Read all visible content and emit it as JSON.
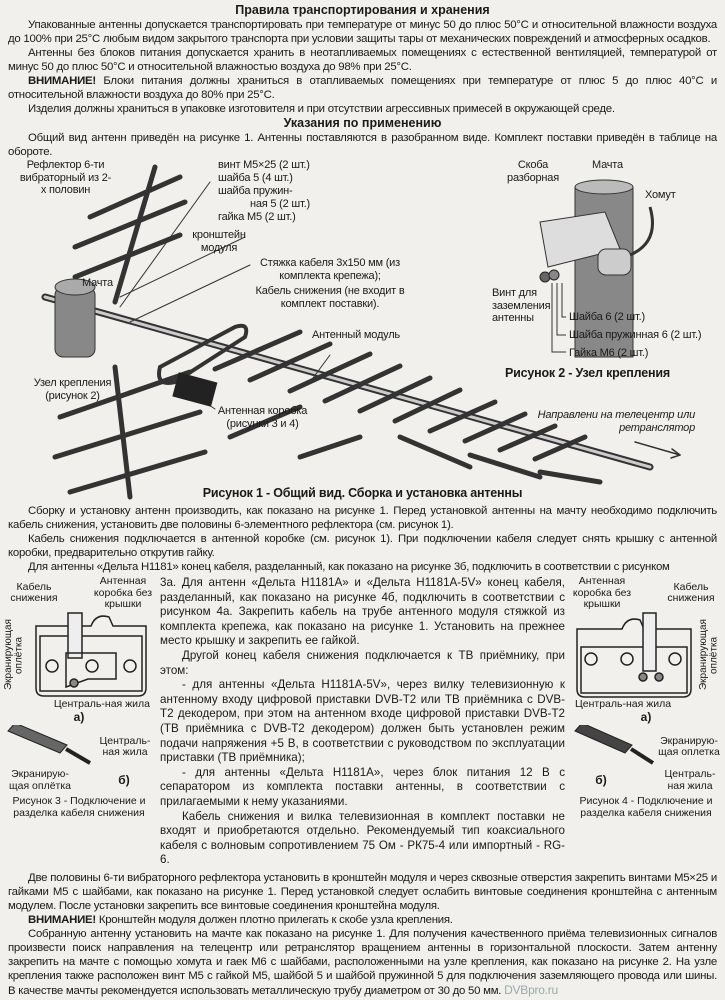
{
  "transport": {
    "title": "Правила транспортирования и хранения",
    "p1": "Упакованные антенны допускается транспортировать при температуре от минус 50 до плюс 50°С и относительной влажности воздуха до 100% при 25°С любым видом закрытого транспорта при условии защиты тары от механических повреждений и атмосферных осадков.",
    "p2": "Антенны без блоков питания допускается хранить в неотапливаемых помещениях с естественной вентиляцией, температурой от минус 50 до плюс 50°С и относительной влажностью воздуха до 98% при 25°С.",
    "p3_bold": "ВНИМАНИЕ!",
    "p3": " Блоки питания должны храниться в отапливаемых помещениях при температуре от плюс 5 до плюс 40°С и относительной влажности воздуха до 80% при 25°С.",
    "p4": "Изделия должны храниться в упаковке изготовителя и при отсутствии агрессивных примесей в окружающей среде."
  },
  "usage": {
    "title": "Указания по применению",
    "p1": "Общий вид антенн приведён на рисунке 1. Антенны поставляются в разобранном виде. Комплект поставки приведён в таблице на обороте."
  },
  "figure1": {
    "reflector": "Рефлектор 6-ти вибраторный из 2-х половин",
    "screw": "винт М5×25 (2 шт.)",
    "washer": "шайба 5 (4 шт.)",
    "spring_washer_1": "шайба пружин-",
    "spring_washer_2": "ная 5 (2 шт.)",
    "nut": "гайка М5 (2 шт.)",
    "bracket": "кронштейн модуля",
    "tie": "Стяжка кабеля 3х150 мм (из комплекта крепежа);",
    "cable": "Кабель снижения (не входит в комплект поставки).",
    "mast": "Мачта",
    "module": "Антенный модуль",
    "mount": "Узел крепления (рисунок 2)",
    "box": "Антенная коробка (рисунки 3 и 4)",
    "direction": "Направлени на телецентр или ретранслятор",
    "caption": "Рисунок 1 - Общий вид. Сборка и установка антенны"
  },
  "figure2": {
    "mast": "Мачта",
    "clamp": "Скоба разборная",
    "yoke": "Хомут",
    "ground_screw": "Винт для заземления антенны",
    "washer6": "Шайба 6 (2 шт.)",
    "spring6": "Шайба пружинная 6 (2 шт.)",
    "nut6": "Гайка М6 (2 шт.)",
    "caption": "Рисунок 2 - Узел крепления"
  },
  "assembly": {
    "p1": "Сборку и установку антенн производить, как показано на рисунке 1. Перед установкой антенны на мачту необходимо подключить кабель снижения, установить две половины 6-элементного рефлектора (см. рисунок 1).",
    "p2": "Кабель снижения подключается в антенной коробке (см. рисунок 1). При подключении кабеля следует снять крышку с антенной коробки, предварительно открутив гайку.",
    "p3": "Для антенны «Дельта Н1181» конец кабеля, разделанный, как показано на рисунке 3б, подключить в соответствии с рисунком",
    "p3_cont": "3а. Для антенн «Дельта Н1181А» и «Дельта Н1181А-5V» конец кабеля, разделанный, как показано на рисунке 4б, подключить в соответствии с рисунком 4а. Закрепить кабель на трубе антенного модуля стяжкой из комплекта крепежа, как показано на рисунке 1. Установить на прежнее место крышку и закрепить ее гайкой.",
    "p4": "Другой конец кабеля снижения подключается к ТВ приёмнику, при этом:",
    "p5": "- для антенны «Дельта Н1181А-5V», через вилку телевизионную к антенному входу цифровой приставки DVB-T2 или ТВ приёмника с DVB-T2 декодером, при этом на антенном входе цифровой приставки DVB-T2 (ТВ приёмника с DVB-T2 декодером) должен быть установлен режим подачи напряжения +5 В, в соответствии с руководством по эксплуатации приставки (ТВ приёмника);",
    "p6": "- для антенны «Дельта Н1181А», через блок питания 12 В с сепаратором из комплекта поставки антенны, в соответствии с прилагаемыми к нему указаниями.",
    "p7": "Кабель снижения и вилка телевизионная в комплект поставки не входят и приобретаются отдельно. Рекомендуемый тип коаксиального кабеля с волновым сопротивлением 75 Ом - РК75-4 или импортный - RG-6."
  },
  "figure3": {
    "cable": "Кабель снижения",
    "box": "Антенная коробка без крышки",
    "shield_v": "Экранирующая оплётка",
    "core": "Централь-ная жила",
    "a": "а)",
    "core2": "Централь-ная жила",
    "shield": "Экранирую-щая оплётка",
    "b": "б)",
    "caption": "Рисунок 3 - Подключение и разделка кабеля снижения"
  },
  "figure4": {
    "box": "Антенная коробка без крышки",
    "cable": "Кабель снижения",
    "core": "Централь-ная жила",
    "shield_v": "Экранирующая оплётка",
    "a": "а)",
    "shield": "Экранирую-щая оплетка",
    "core2": "Централь-ная жила",
    "b": "б)",
    "caption": "Рисунок 4 - Подключение и разделка кабеля снижения"
  },
  "final": {
    "p1": "Две половины 6-ти вибраторного рефлектора установить в кронштейн модуля и через сквозные отверстия закрепить винтами М5×25 и гайками М5 с шайбами, как показано на рисунке 1. Перед установкой следует ослабить винтовые соединения кронштейна с антенным модулем. После установки закрепить все винтовые соединения кронштейна модуля.",
    "p2_bold": "ВНИМАНИЕ!",
    "p2": " Кронштейн модуля должен плотно прилегать к скобе узла крепления.",
    "p3": "Собранную антенну установить на мачте как показано на рисунке 1. Для получения качественного приёма телевизионных сигналов произвести поиск направления на телецентр или ретранслятор вращением антенны в горизонтальной плоскости. Затем антенну закрепить на мачте с помощью хомута и гаек М6 с шайбами, расположенными на узле крепления, как показано на рисунке 2. На узле крепления также расположен винт М5 с гайкой М5, шайбой 5 и шайбой пружинной 5 для подключения заземляющего провода или шины. В качестве мачты рекомендуется использовать металлическую трубу диаметром от 30 до 50 мм.",
    "watermark": "DVBpro.ru"
  }
}
